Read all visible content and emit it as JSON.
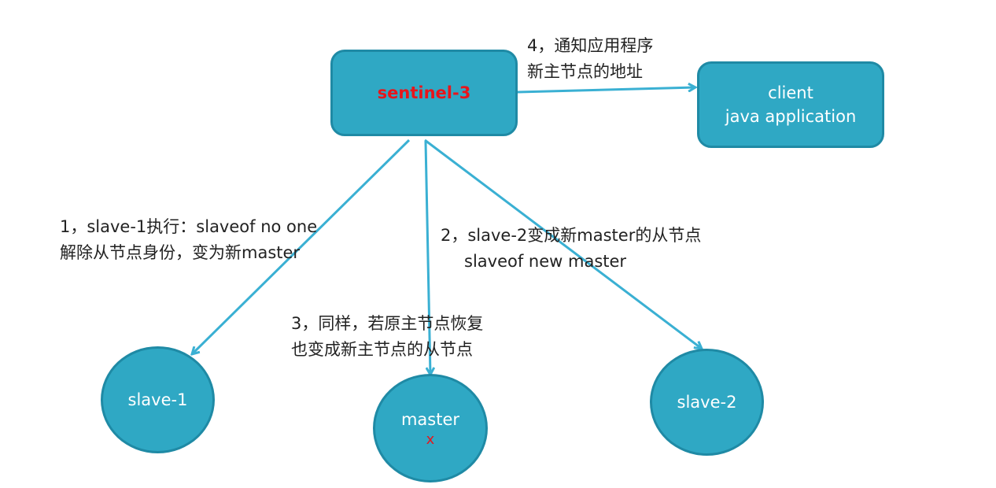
{
  "colors": {
    "node_fill": "#2fa8c4",
    "node_border": "#1f8aa5",
    "arrow": "#3ab0d3",
    "highlight_red": "#e8151b",
    "text": "#222222"
  },
  "nodes": {
    "sentinel": {
      "label": "sentinel-3"
    },
    "client": {
      "line1": "client",
      "line2": "java application"
    },
    "slave1": {
      "label": "slave-1"
    },
    "master": {
      "label": "master",
      "mark": "x"
    },
    "slave2": {
      "label": "slave-2"
    }
  },
  "steps": {
    "step1": {
      "line1": "1，slave-1执行：slaveof no one",
      "line2": "解除从节点身份，变为新master"
    },
    "step2": {
      "line1": "2，slave-2变成新master的从节点",
      "line2": "slaveof new master"
    },
    "step3": {
      "line1": "3，同样，若原主节点恢复",
      "line2": "也变成新主节点的从节点"
    },
    "step4": {
      "line1": "4，通知应用程序",
      "line2": "新主节点的地址"
    }
  }
}
